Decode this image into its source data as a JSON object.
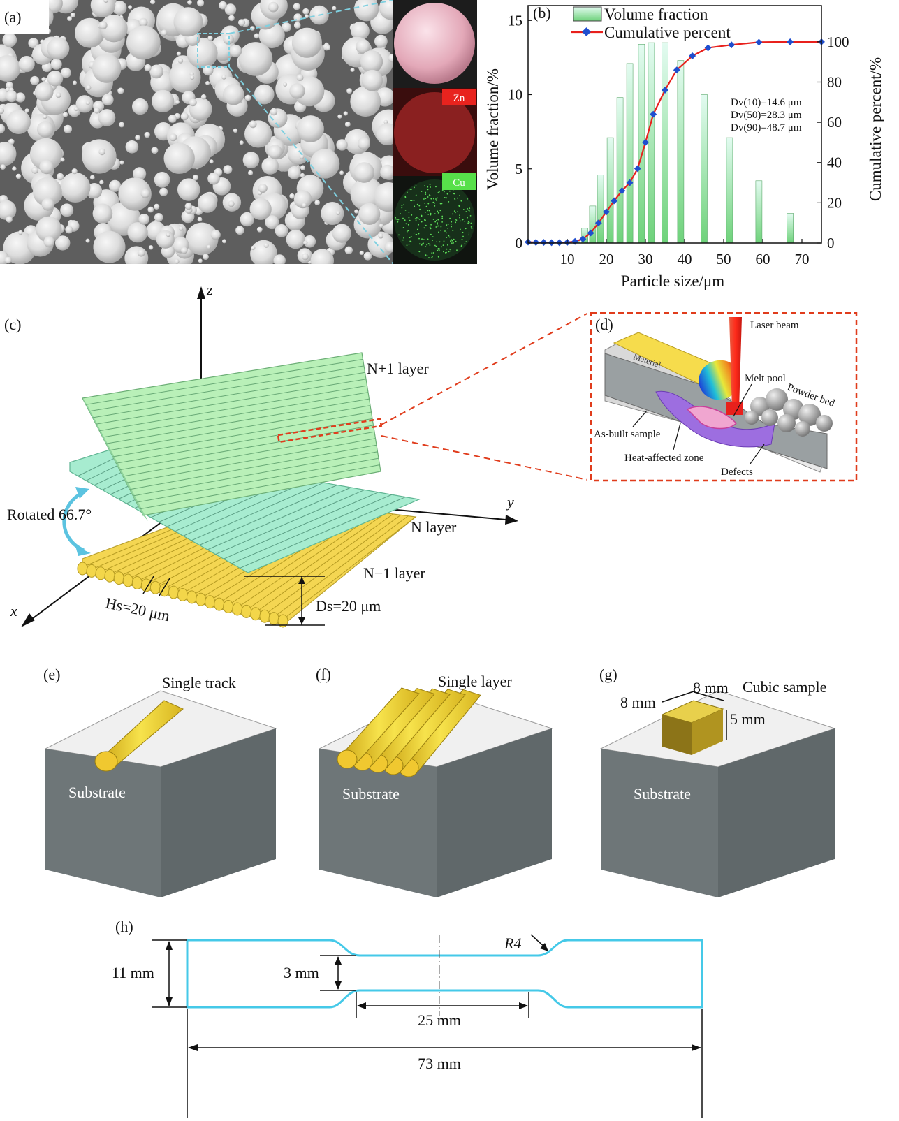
{
  "figure": {
    "panel_a": {
      "label": "(a)",
      "zn": "Zn",
      "cu": "Cu"
    },
    "panel_b": {
      "label": "(b)"
    },
    "panel_c": {
      "label": "(c)",
      "axis_z": "z",
      "axis_y": "y",
      "axis_x": "x",
      "rotated": "Rotated 66.7°",
      "n_plus_1_layer": "N+1 layer",
      "n_layer": "N layer",
      "n_minus_1_layer": "N−1 layer",
      "hs": "Hs=20 μm",
      "ds": "Ds=20 μm"
    },
    "panel_d": {
      "label": "(d)",
      "laser_beam": "Laser beam",
      "material": "Material",
      "melt_pool": "Melt pool",
      "powder_bed": "Powder bed",
      "as_built": "As-built sample",
      "haz": "Heat-affected zone",
      "defects": "Defects"
    },
    "panel_e": {
      "label": "(e)",
      "title": "Single track",
      "substrate": "Substrate"
    },
    "panel_f": {
      "label": "(f)",
      "title": "Single layer",
      "substrate": "Substrate"
    },
    "panel_g": {
      "label": "(g)",
      "title": "Cubic sample",
      "substrate": "Substrate",
      "dim1": "8 mm",
      "dim2": "8 mm",
      "dim3": "5 mm"
    },
    "panel_h": {
      "label": "(h)",
      "r4": "R4",
      "d11": "11 mm",
      "d3": "3 mm",
      "d25": "25 mm",
      "d73": "73 mm"
    }
  },
  "chart_data": {
    "type": "bar",
    "title": "",
    "xlabel": "Particle size/μm",
    "ylabel": "Volume fraction/%",
    "y2label": "Cumulative percent/%",
    "xlim": [
      0,
      75
    ],
    "ylim": [
      0,
      16
    ],
    "y2lim": [
      0,
      118
    ],
    "xticks": [
      10,
      20,
      30,
      40,
      50,
      60,
      70
    ],
    "yticks": [
      0,
      5,
      10,
      15
    ],
    "y2ticks": [
      0,
      20,
      40,
      60,
      80,
      100
    ],
    "legend": [
      "Volume fraction",
      "Cumulative percent"
    ],
    "legend_position": "top",
    "annotations": [
      "Dv(10)=14.6 μm",
      "Dv(50)=28.3 μm",
      "Dv(90)=48.7 μm"
    ],
    "series": [
      {
        "name": "Volume fraction",
        "type": "bar",
        "x": [
          12.5,
          14.5,
          16.5,
          18.5,
          21,
          23.5,
          26,
          29,
          31.5,
          35,
          39,
          45,
          51.5,
          59,
          67
        ],
        "values": [
          0.2,
          1.0,
          2.5,
          4.6,
          7.1,
          9.8,
          12.1,
          13.4,
          13.5,
          13.5,
          12.3,
          10.0,
          7.1,
          4.2,
          2.0
        ]
      },
      {
        "name": "Cumulative percent",
        "type": "line",
        "x": [
          0,
          2,
          4,
          6,
          8,
          10,
          12,
          14,
          16,
          18,
          20,
          22,
          24,
          26,
          28,
          30,
          32,
          35,
          38,
          42,
          46,
          52,
          59,
          67,
          75
        ],
        "values": [
          0.5,
          0.3,
          0.3,
          0.2,
          0.2,
          0.3,
          0.8,
          2.0,
          5.0,
          10.0,
          15.5,
          21.0,
          26.0,
          30.0,
          37.0,
          50.0,
          64.0,
          76.0,
          86.0,
          93.0,
          97.0,
          98.5,
          99.8,
          100.0,
          100.0
        ]
      }
    ]
  }
}
